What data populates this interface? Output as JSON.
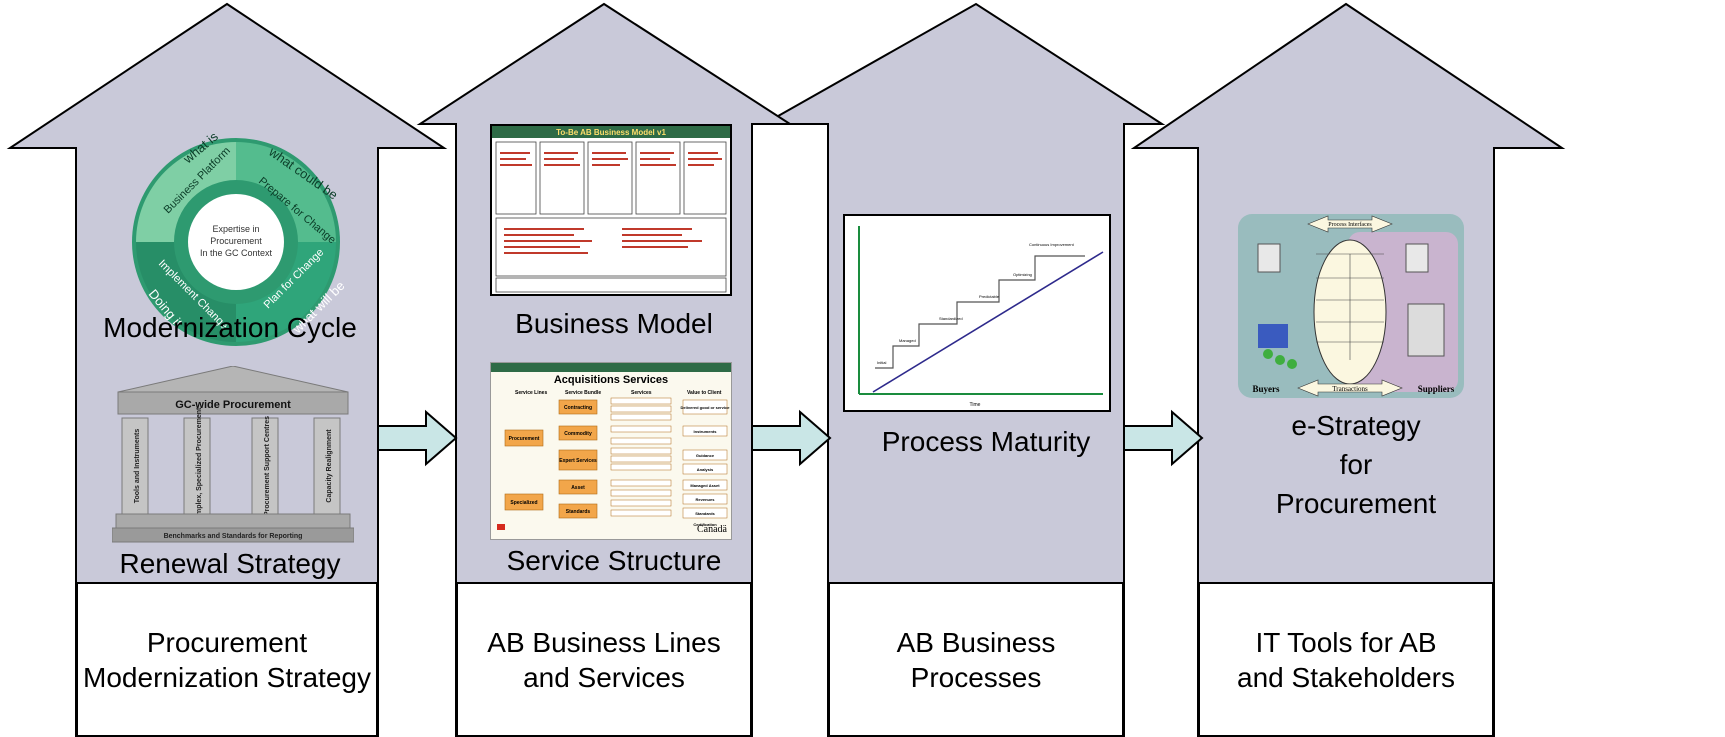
{
  "columns": [
    {
      "id": "strategy",
      "items": [
        "Modernization Cycle",
        "Renewal Strategy"
      ],
      "footer": [
        "Procurement",
        "Modernization Strategy"
      ]
    },
    {
      "id": "business-lines",
      "items": [
        "Business Model",
        "Service Structure"
      ],
      "footer": [
        "AB Business Lines",
        "and Services"
      ]
    },
    {
      "id": "processes",
      "items": [
        "Process Maturity"
      ],
      "footer": [
        "AB Business",
        "Processes"
      ]
    },
    {
      "id": "it-tools",
      "items": [
        "e-Strategy",
        "for",
        "Procurement"
      ],
      "footer": [
        "IT Tools for AB",
        "and Stakeholders"
      ]
    }
  ],
  "cycle": {
    "center": [
      "Expertise in",
      "Procurement",
      "In the GC Context"
    ],
    "segments": [
      "what is",
      "Business Platform",
      "what could be",
      "Prepare for Change",
      "Plan for Change",
      "what will be",
      "Implement Change",
      "Doing it"
    ]
  },
  "temple": {
    "title": "GC-wide Procurement",
    "pillars": [
      "Tools and Instruments",
      "Complex, Specialized Procurement",
      "Procurement Support Centres",
      "Capacity Realignment"
    ],
    "base": "Benchmarks and Standards for Reporting"
  },
  "business_model": {
    "title": "To-Be AB Business Model v1"
  },
  "service_structure": {
    "title": "Acquisitions Services",
    "headers": [
      "Service Lines",
      "Service Bundle",
      "Services",
      "Value to Client"
    ],
    "bundles": [
      "Contracting",
      "Commodity",
      "Expert Services",
      "Asset",
      "Standards"
    ],
    "lines": [
      "Procurement",
      "Specialized"
    ],
    "values": [
      "Delivered good or service",
      "Instruments",
      "Guidance",
      "Analysis",
      "Managed Asset",
      "Revenues",
      "Standards",
      "Certification"
    ],
    "footer_logo": "Canadä"
  },
  "maturity": {
    "steps": [
      "Initial",
      "Managed",
      "Standardized",
      "Predictable",
      "Optimizing",
      "Continuous Improvement"
    ],
    "xlabel": "Time"
  },
  "estrategy": {
    "top": "Process Interfaces",
    "bottom": "Transactions",
    "left": "Buyers",
    "right": "Suppliers"
  },
  "colors": {
    "house": "#c9c9d9",
    "arrow": "#c9e6e6",
    "cycle": "#3aa27a"
  }
}
